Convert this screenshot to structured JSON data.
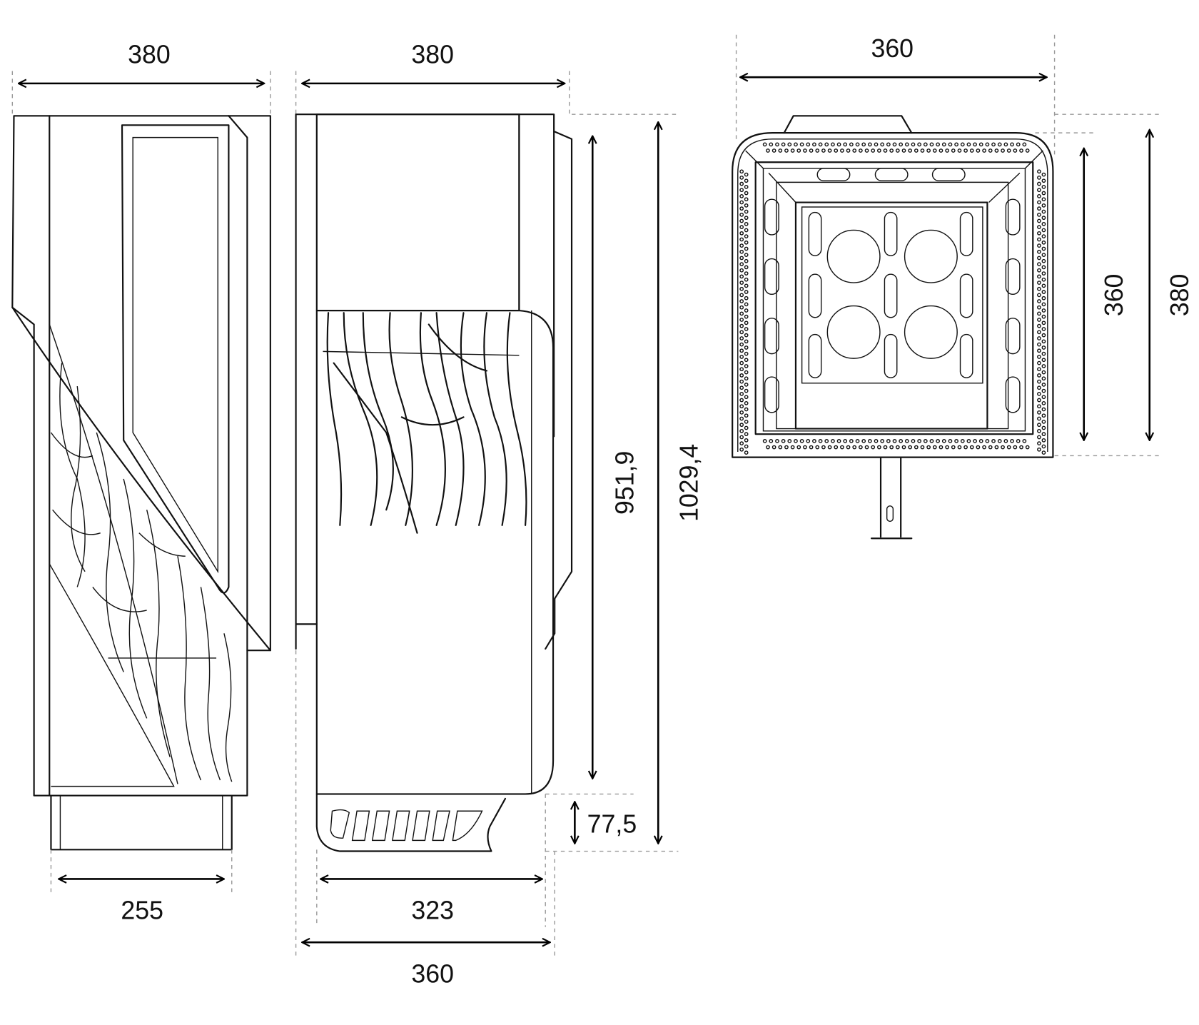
{
  "drawing": {
    "front_view": {
      "width_top": "380",
      "width_bottom": "255"
    },
    "side_view": {
      "width_top": "380",
      "width_bottom_inner": "323",
      "width_bottom_outer": "360",
      "height_body": "951,9",
      "height_total": "1029,4",
      "height_base": "77,5"
    },
    "top_view": {
      "width": "360",
      "depth_inner": "360",
      "depth_outer": "380"
    }
  }
}
